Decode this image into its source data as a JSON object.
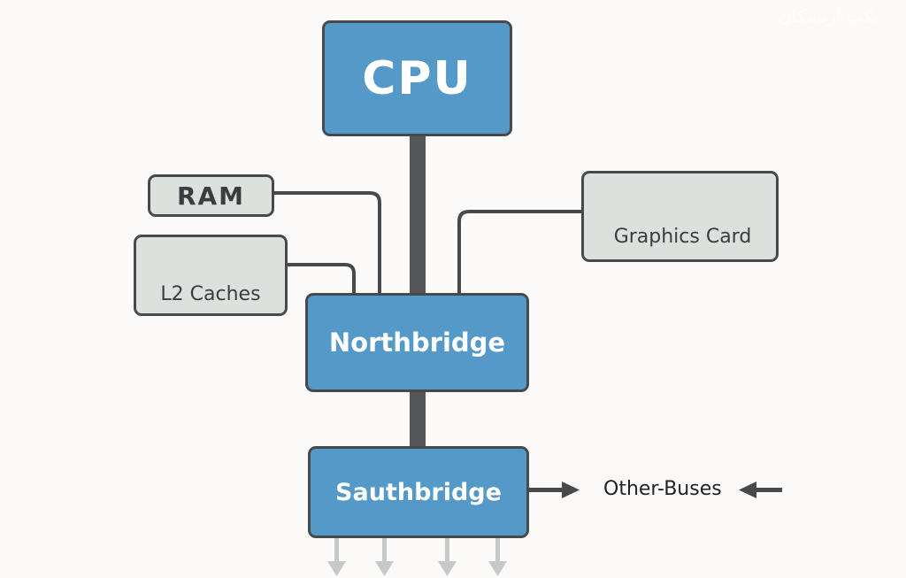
{
  "diagram": {
    "title": "Computer chipset architecture",
    "colors": {
      "background": "#fcfaf8",
      "chip_fill": "#5599c8",
      "component_fill": "#dde1dd",
      "outline": "#474a4c",
      "bus": "#545658",
      "io_arrow": "#c5c9c7"
    },
    "nodes": {
      "cpu": "CPU",
      "northbridge": "Northbridge",
      "southbridge": "Sauthbridge",
      "ram": "RAM",
      "l2": "L2 Caches",
      "gpu": "Graphics Card",
      "other_buses": "Other-Buses"
    },
    "edges": [
      {
        "from": "CPU",
        "to": "Northbridge",
        "type": "thick-bus"
      },
      {
        "from": "RAM",
        "to": "Northbridge",
        "type": "line"
      },
      {
        "from": "L2 Caches",
        "to": "Northbridge",
        "type": "line"
      },
      {
        "from": "Graphics Card",
        "to": "Northbridge",
        "type": "line"
      },
      {
        "from": "Northbridge",
        "to": "Sauthbridge",
        "type": "thick-bus"
      },
      {
        "from": "Sauthbridge",
        "to": "Other-Buses",
        "type": "arrow"
      },
      {
        "from": "external",
        "to": "Other-Buses",
        "type": "arrow"
      }
    ],
    "io_arrows_count": 4,
    "watermark": "بكب ارتسكان"
  }
}
